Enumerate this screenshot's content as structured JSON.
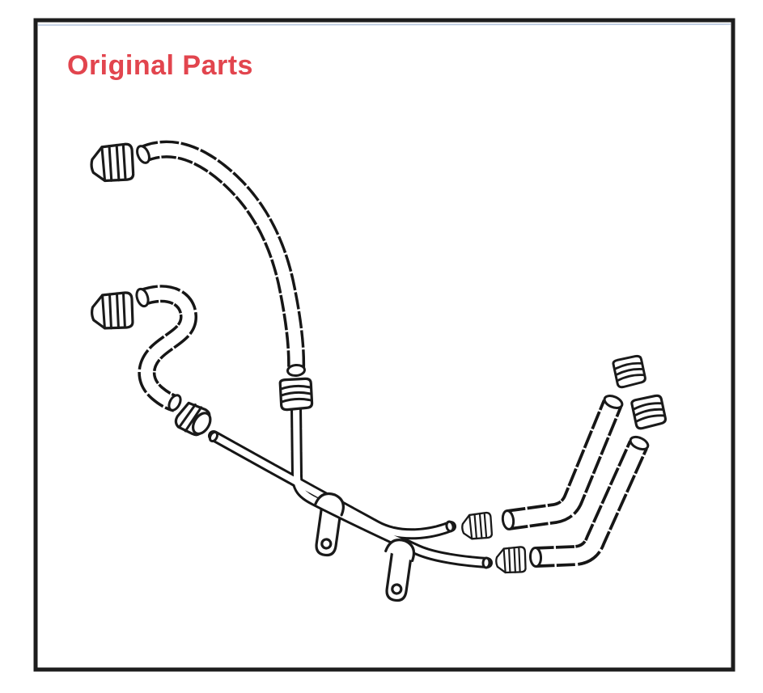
{
  "page": {
    "background": "#ffffff"
  },
  "frame": {
    "border_color": "#1d1d1d"
  },
  "title": {
    "text": "Original Parts",
    "color": "#e2454e"
  },
  "illustration": {
    "description": "Black-and-white scanned line drawing of original replacement hose parts",
    "parts": [
      {
        "name": "hose-clamp-upper-left",
        "kind": "hose-clamp"
      },
      {
        "name": "long-curved-hose",
        "kind": "hose"
      },
      {
        "name": "hose-clamp-mid-left",
        "kind": "hose-clamp"
      },
      {
        "name": "s-curve-hose",
        "kind": "hose"
      },
      {
        "name": "clamp-at-pipe-inlet",
        "kind": "hose-clamp"
      },
      {
        "name": "ribbed-coupler",
        "kind": "coupler"
      },
      {
        "name": "rigid-pipe-upper",
        "kind": "pipe"
      },
      {
        "name": "rigid-pipe-lower",
        "kind": "pipe"
      },
      {
        "name": "mounting-bracket-1",
        "kind": "bracket"
      },
      {
        "name": "mounting-bracket-2",
        "kind": "bracket"
      },
      {
        "name": "hose-clamp-center-upper",
        "kind": "hose-clamp"
      },
      {
        "name": "hose-clamp-center-lower",
        "kind": "hose-clamp"
      },
      {
        "name": "elbow-hose-upper",
        "kind": "hose"
      },
      {
        "name": "elbow-hose-lower",
        "kind": "hose"
      },
      {
        "name": "ribbed-cap-upper-right",
        "kind": "coupler"
      },
      {
        "name": "ribbed-cap-lower-right",
        "kind": "coupler"
      }
    ]
  }
}
